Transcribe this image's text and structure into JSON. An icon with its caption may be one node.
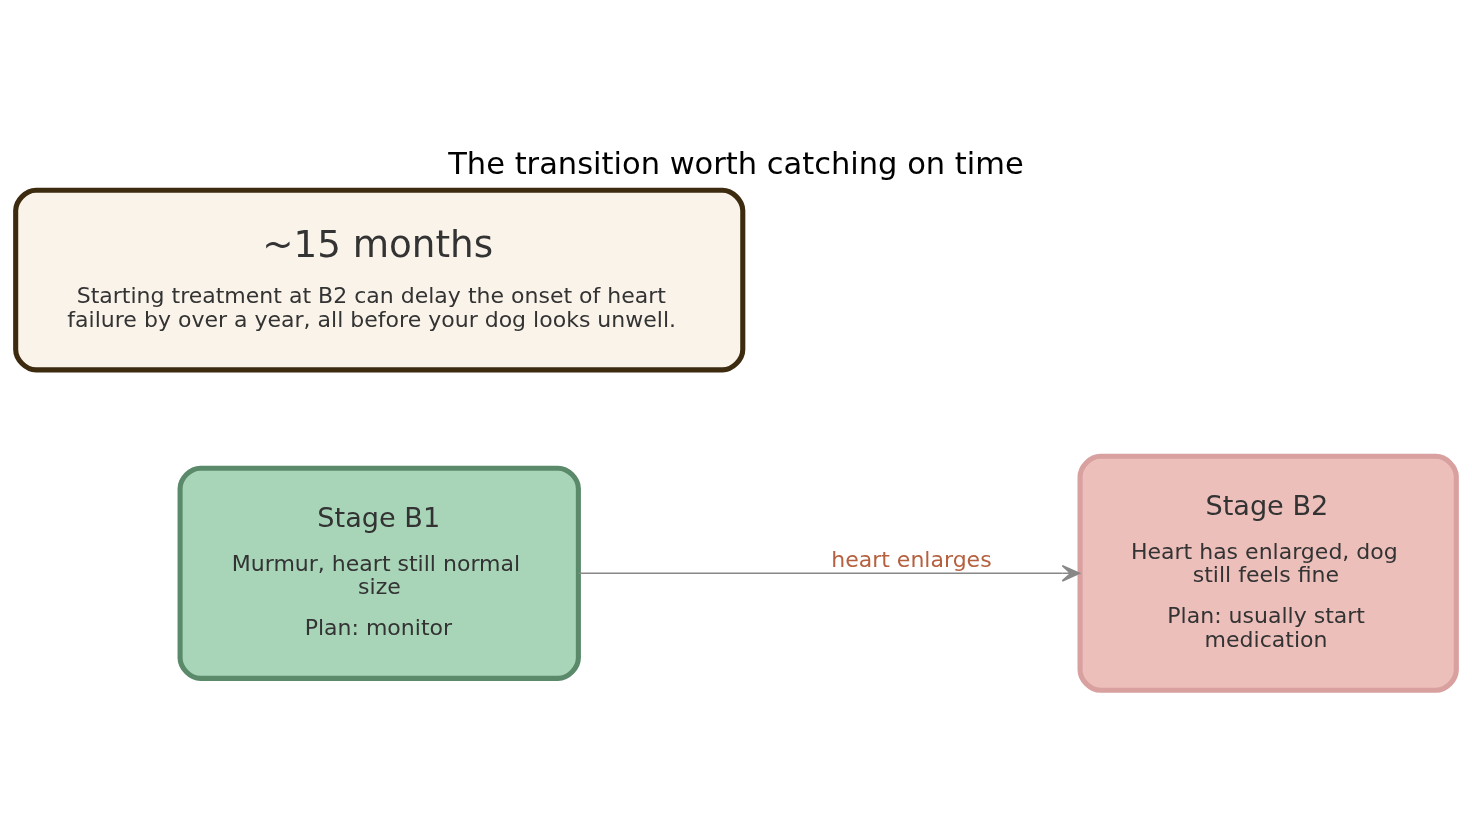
{
  "diagram": {
    "title": "The transition worth catching on time",
    "nodes": [
      {
        "text": [
          "Stage B1",
          "Murmur, heart still normal size",
          "Plan: monitor"
        ]
      },
      {
        "text": [
          "Stage B2",
          "Heart has enlarged, dog still feels fine",
          "Plan: usually start medication"
        ]
      },
      {
        "text": [
          "~15 months",
          "Starting treatment at B2 can delay the onset of heart failure by over a year, all before your dog looks unwell."
        ]
      }
    ],
    "edges": [
      {
        "from": 0,
        "to": 1,
        "arrow": "to",
        "label": "heart enlarges"
      }
    ]
  }
}
